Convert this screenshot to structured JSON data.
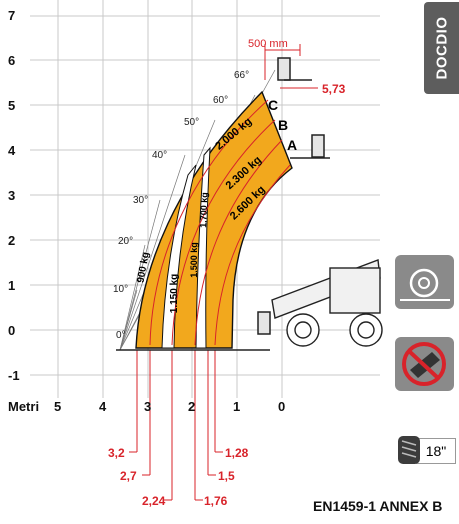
{
  "y_axis_labels": [
    "7",
    "6",
    "5",
    "4",
    "3",
    "2",
    "1",
    "0",
    "-1"
  ],
  "x_axis": {
    "unit_label": "Metri",
    "labels": [
      "5",
      "4",
      "3",
      "2",
      "1",
      "0"
    ]
  },
  "angles": [
    "66°",
    "60°",
    "50°",
    "40°",
    "30°",
    "20°",
    "10°",
    "0°"
  ],
  "loads_left": [
    "900 kg",
    "1.150 kg",
    "1.500 kg",
    "1.700 kg"
  ],
  "loads_right": [
    "2.000 kg",
    "2.300 kg",
    "2.600 kg"
  ],
  "zone_letters": [
    "C",
    "B",
    "A"
  ],
  "dim_label": "500 mm",
  "max_height_label": "5,73",
  "reach_labels": [
    "3,2",
    "2,7",
    "2,24",
    "1,76",
    "1,28",
    "1,5"
  ],
  "brand": "DOCDIO",
  "tyre_size": "18\"",
  "footer": "EN1459-1 ANNEX B",
  "colors": {
    "load_zone": "#f2a81d",
    "annotation_red": "#d8232a",
    "grid": "#c9c9c9",
    "panel_grey": "#8a8a8a",
    "prohibit_red": "#d8232a"
  },
  "icons": [
    "stabilizer-icon",
    "no-tipping-icon",
    "tyre-icon"
  ]
}
